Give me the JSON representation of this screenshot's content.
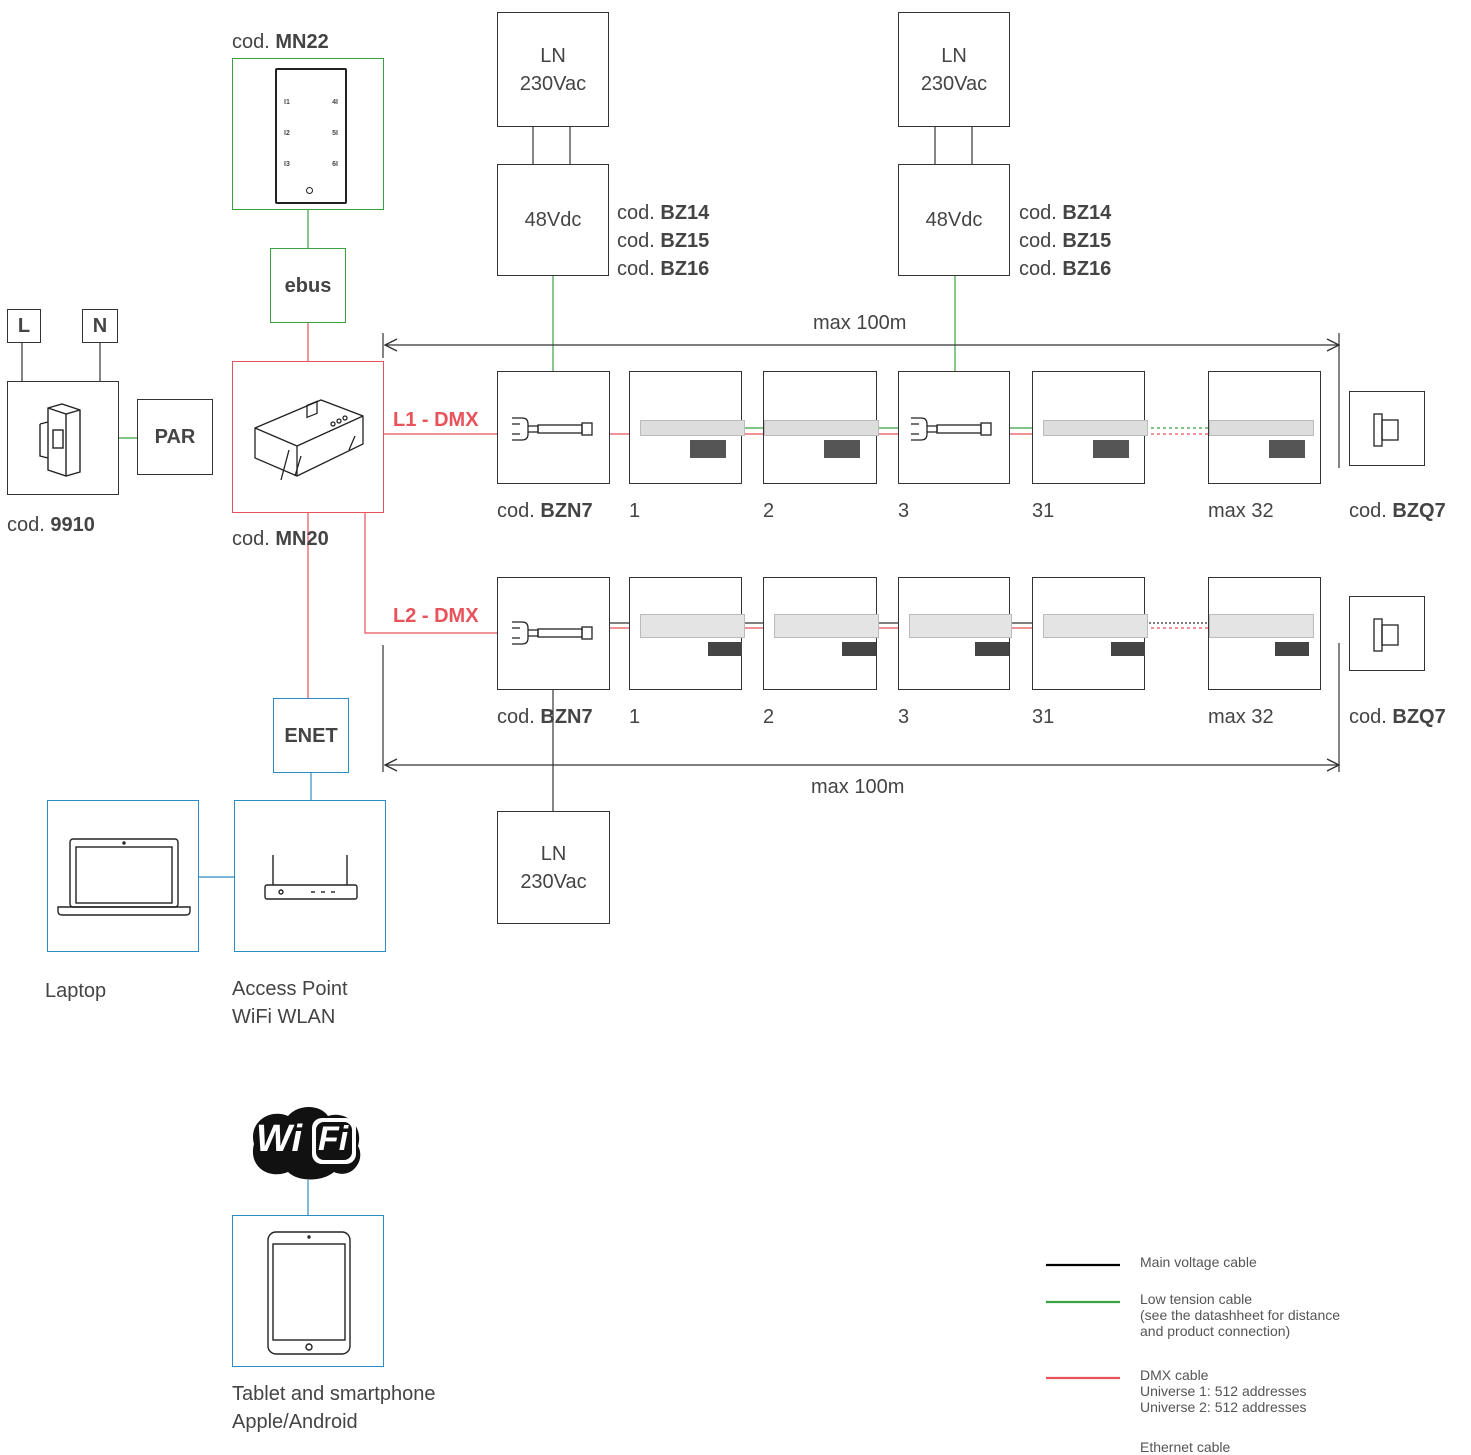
{
  "colors": {
    "main_voltage": "#000000",
    "low_tension": "#3aa142",
    "dmx": "#e8525a",
    "ethernet": "#2b8cc4",
    "box_border": "#333333",
    "text": "#444444"
  },
  "keypad": {
    "cod": "cod.",
    "code": "MN22",
    "buttons": [
      "I1",
      "4I",
      "I2",
      "5I",
      "I3",
      "6I"
    ]
  },
  "ebus": {
    "label": "ebus"
  },
  "mains": {
    "l": "L",
    "n": "N"
  },
  "breaker": {
    "cod": "cod.",
    "code": "9910"
  },
  "par": {
    "label": "PAR"
  },
  "controller": {
    "cod": "cod.",
    "code": "MN20"
  },
  "lines": {
    "l1": "L1 - DMX",
    "l2": "L2 - DMX"
  },
  "enet": {
    "label": "ENET"
  },
  "laptop": {
    "label": "Laptop"
  },
  "access_point": {
    "line1": "Access Point",
    "line2": "WiFi WLAN"
  },
  "wifi_logo": {
    "text_wi": "Wi",
    "text_fi": "Fi"
  },
  "tablet": {
    "line1": "Tablet and smartphone",
    "line2": "Apple/Android"
  },
  "psu": {
    "ln_line1": "LN",
    "ln_line2": "230Vac",
    "dc_label": "48Vdc",
    "cod": "cod.",
    "codes": [
      "BZ14",
      "BZ15",
      "BZ16"
    ]
  },
  "bottom_ln": {
    "line1": "LN",
    "line2": "230Vac"
  },
  "distance": {
    "label": "max 100m"
  },
  "row1": {
    "feeder": {
      "cod": "cod.",
      "code": "BZN7"
    },
    "numbers": [
      "1",
      "2",
      "3",
      "31",
      "max 32"
    ],
    "terminator": {
      "cod": "cod.",
      "code": "BZQ7"
    }
  },
  "row2": {
    "feeder": {
      "cod": "cod.",
      "code": "BZN7"
    },
    "numbers": [
      "1",
      "2",
      "3",
      "31",
      "max 32"
    ],
    "terminator": {
      "cod": "cod.",
      "code": "BZQ7"
    }
  },
  "legend": [
    {
      "key": "main",
      "text": "Main voltage cable"
    },
    {
      "key": "low",
      "text": "Low tension cable\n(see the datashheet for distance\nand product connection)"
    },
    {
      "key": "dmx",
      "text": "DMX cable\nUniverse 1: 512 addresses\nUniverse 2: 512 addresses"
    },
    {
      "key": "eth",
      "text": "Ethernet cable"
    }
  ]
}
